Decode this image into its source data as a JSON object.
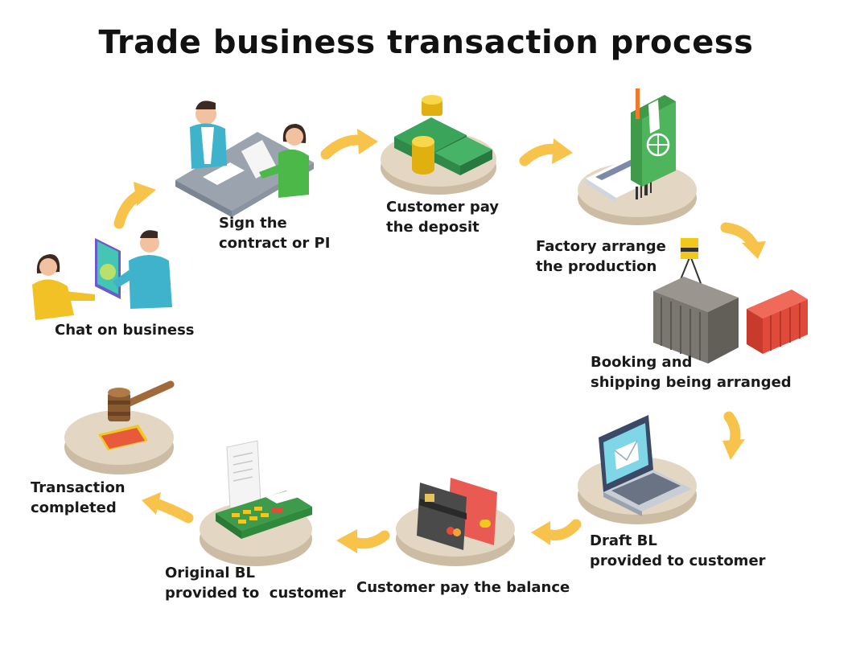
{
  "title": "Trade business transaction process",
  "colors": {
    "arrow": "#f7c34a",
    "platform": "#e3d7c3",
    "platform_shadow": "#cbbca3",
    "money": "#3aa45a",
    "coin": "#f2c81f",
    "passport": "#3f9b4a",
    "container_gray": "#7a7670",
    "container_red": "#e04a3a",
    "laptop": "#3a4a66",
    "card_dark": "#4a4a4a",
    "card_red": "#e85a52",
    "calculator": "#3e9b4b",
    "gavel": "#a06a3a",
    "sold_stamp": "#e85a3a"
  },
  "steps": [
    {
      "icon": "chat-meeting-icon",
      "lines": [
        "Chat on business"
      ]
    },
    {
      "icon": "contract-signing-icon",
      "lines": [
        "Sign the",
        "contract or PI"
      ]
    },
    {
      "icon": "money-deposit-icon",
      "lines": [
        "Customer pay",
        "the deposit"
      ]
    },
    {
      "icon": "passport-ticket-icon",
      "lines": [
        "Factory arrange",
        "the production"
      ]
    },
    {
      "icon": "shipping-container-icon",
      "lines": [
        "Booking and",
        "shipping being arranged"
      ]
    },
    {
      "icon": "laptop-mail-icon",
      "lines": [
        "Draft BL",
        "provided to customer"
      ]
    },
    {
      "icon": "credit-card-icon",
      "lines": [
        "Customer pay the balance"
      ]
    },
    {
      "icon": "calculator-receipt-icon",
      "lines": [
        "Original BL",
        "provided to  customer"
      ]
    },
    {
      "icon": "gavel-sold-icon",
      "lines": [
        "Transaction",
        "completed"
      ]
    }
  ]
}
